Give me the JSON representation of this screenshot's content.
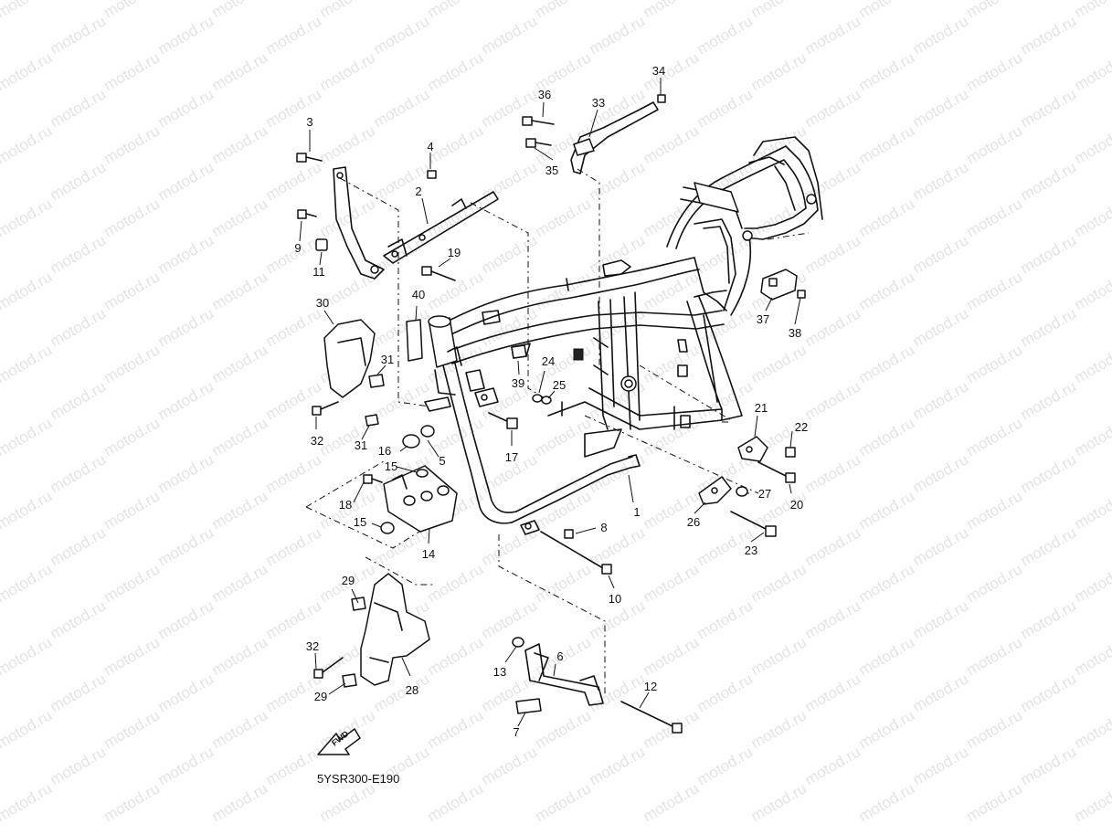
{
  "watermark": "motod.ru",
  "diagram_code": "5YSR300-E190",
  "fwd_label": "FWD",
  "callouts": {
    "c1": "1",
    "c2": "2",
    "c3": "3",
    "c4": "4",
    "c5": "5",
    "c6": "6",
    "c7": "7",
    "c8": "8",
    "c9": "9",
    "c10": "10",
    "c11": "11",
    "c12": "12",
    "c13": "13",
    "c14": "14",
    "c15a": "15",
    "c15b": "15",
    "c16": "16",
    "c17": "17",
    "c18": "18",
    "c19": "19",
    "c20": "20",
    "c21": "21",
    "c22": "22",
    "c23": "23",
    "c24": "24",
    "c25": "25",
    "c26": "26",
    "c27": "27",
    "c28": "28",
    "c29a": "29",
    "c29b": "29",
    "c30": "30",
    "c31a": "31",
    "c31b": "31",
    "c32a": "32",
    "c32b": "32",
    "c33": "33",
    "c34": "34",
    "c35": "35",
    "c36": "36",
    "c37": "37",
    "c38": "38",
    "c39": "39",
    "c40": "40"
  }
}
